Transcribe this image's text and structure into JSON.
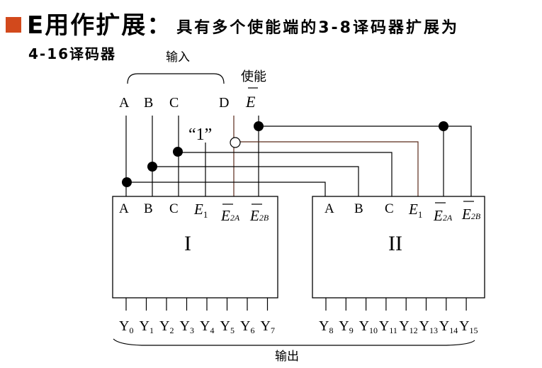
{
  "title": {
    "bullet_color": "#d2491c",
    "main": "E用作扩展：",
    "sub": "具有多个使能端的3-8译码器扩展为",
    "line2": "4-16译码器"
  },
  "diagram": {
    "input_group_label": "输入",
    "enable_label": "使能",
    "inputs": [
      "A",
      "B",
      "C",
      "D"
    ],
    "enable_input": "E",
    "constant_one": "“1”",
    "output_group_label": "输出",
    "wire_color": "#000000",
    "d_wire_color": "#5a2a1a",
    "decoders": [
      {
        "name": "I",
        "pins": [
          "A",
          "B",
          "C",
          "E",
          "E",
          "E"
        ],
        "pin_subs": [
          "",
          "",
          "",
          "1",
          "2A",
          "2B"
        ],
        "outputs": [
          {
            "base": "Y",
            "sub": "0"
          },
          {
            "base": "Y",
            "sub": "1"
          },
          {
            "base": "Y",
            "sub": "2"
          },
          {
            "base": "Y",
            "sub": "3"
          },
          {
            "base": "Y",
            "sub": "4"
          },
          {
            "base": "Y",
            "sub": "5"
          },
          {
            "base": "Y",
            "sub": "6"
          },
          {
            "base": "Y",
            "sub": "7"
          }
        ]
      },
      {
        "name": "II",
        "pins": [
          "A",
          "B",
          "C",
          "E",
          "E",
          "E"
        ],
        "pin_subs": [
          "",
          "",
          "",
          "1",
          "2A",
          "2B"
        ],
        "outputs": [
          {
            "base": "Y",
            "sub": "8"
          },
          {
            "base": "Y",
            "sub": "9"
          },
          {
            "base": "Y",
            "sub": "10"
          },
          {
            "base": "Y",
            "sub": "11"
          },
          {
            "base": "Y",
            "sub": "12"
          },
          {
            "base": "Y",
            "sub": "13"
          },
          {
            "base": "Y",
            "sub": "14"
          },
          {
            "base": "Y",
            "sub": "15"
          }
        ]
      }
    ]
  }
}
